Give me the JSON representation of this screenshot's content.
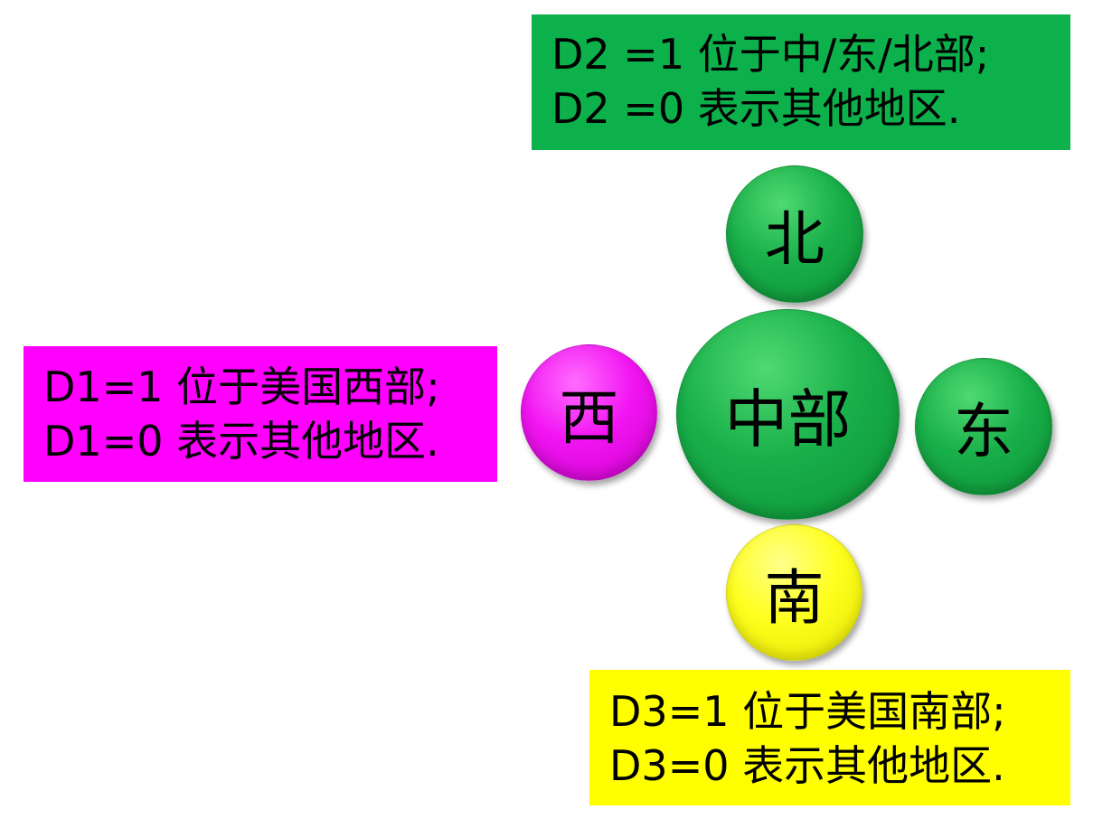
{
  "colors": {
    "green": "#0db14b",
    "magenta": "#ff00ff",
    "yellow": "#ffff00"
  },
  "boxes": {
    "d2": {
      "line1": "D2 =1 位于中/东/北部;",
      "line2": "D2 =0 表示其他地区."
    },
    "d1": {
      "line1": "D1=1 位于美国西部;",
      "line2": "D1=0 表示其他地区."
    },
    "d3": {
      "line1": "D3=1 位于美国南部;",
      "line2": "D3=0 表示其他地区."
    }
  },
  "circles": {
    "north": "北",
    "center": "中部",
    "west": "西",
    "east": "东",
    "south": "南"
  }
}
